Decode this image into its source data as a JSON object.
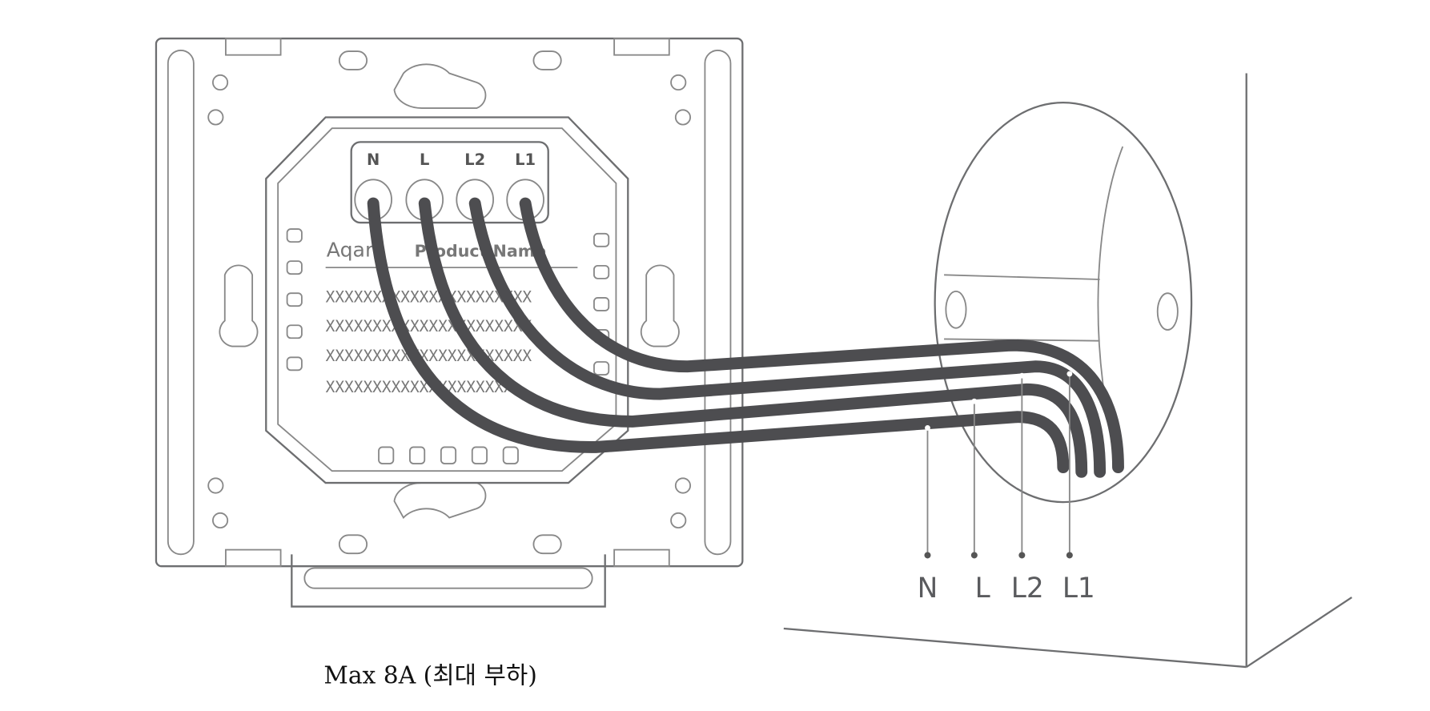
{
  "diagram": {
    "terminal_labels": [
      "N",
      "L",
      "L2",
      "L1"
    ],
    "wire_labels": [
      "N",
      "L",
      "L2",
      "L1"
    ],
    "module": {
      "brand": "Aqara",
      "product_name": "Product Name",
      "spec_lines": [
        "XXXXXXXXXXXXXXXXXXXXXX",
        "XXXXXXXXXXXXXXXXXXXXXX",
        "XXXXXXXXXXXXXXXXXXXXXX",
        "XXXXXXXXXXXXXXXXXXXX"
      ]
    },
    "caption": "Max 8A (최대 부하)",
    "colors": {
      "wire": "#4d4d50",
      "outline": "#6d6e70"
    }
  }
}
